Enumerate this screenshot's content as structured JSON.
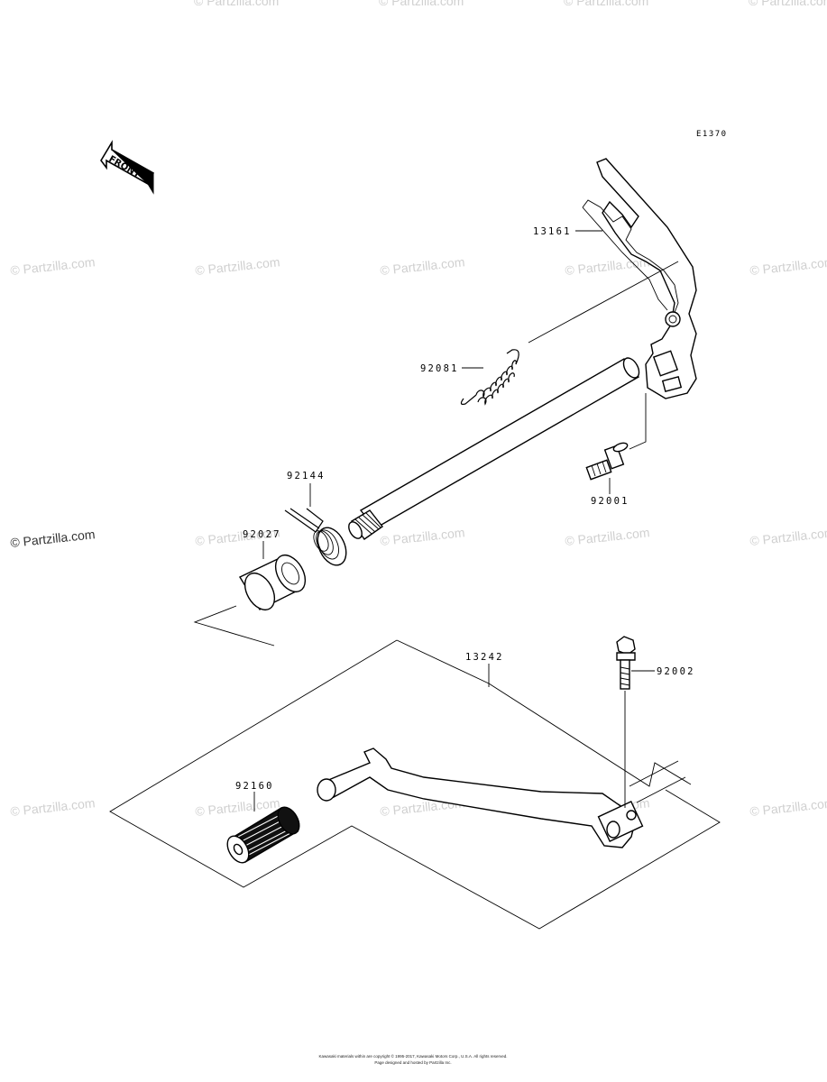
{
  "diagram_code": "E1370",
  "front_arrow_label": "FRONT",
  "watermark_text": "© Partzilla.com",
  "parts": {
    "p13161": "13161",
    "p92081": "92081",
    "p92144": "92144",
    "p92027": "92027",
    "p92001": "92001",
    "p13242": "13242",
    "p92002": "92002",
    "p92160": "92160"
  },
  "copyright": {
    "line1": "Kawasaki materials within are copyright © 1995-2017, Kawasaki Motors Corp., U.S.A. All rights reserved.",
    "line2": "Page designed and hosted by Partzilla Inc."
  },
  "colors": {
    "line": "#000000",
    "watermark": "#d0d0d0",
    "background": "#ffffff"
  }
}
